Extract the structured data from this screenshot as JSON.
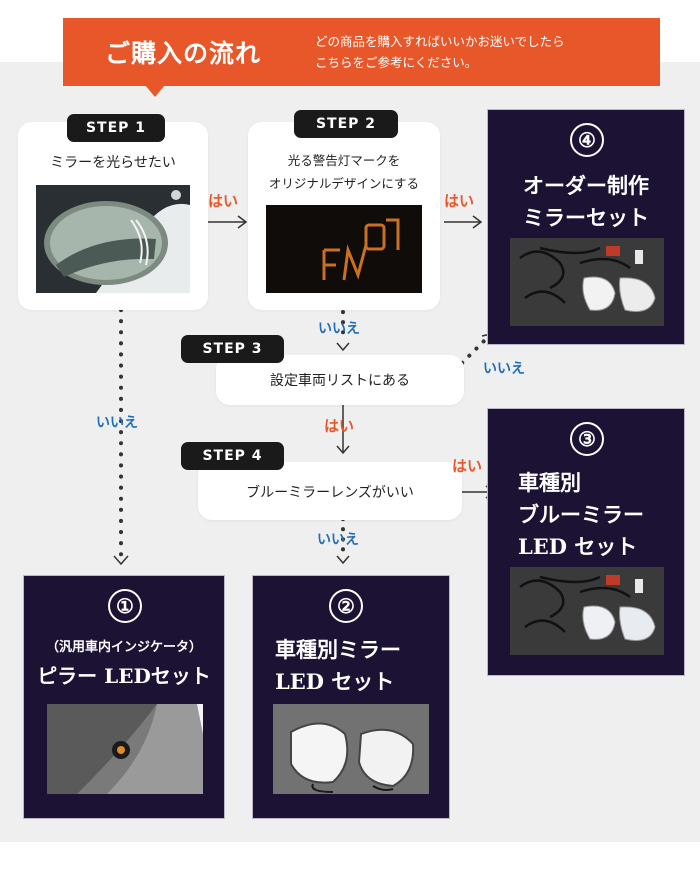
{
  "banner": {
    "title": "ご購入の流れ",
    "desc_line1": "どの商品を購入すればいいかお迷いでしたら",
    "desc_line2": "こちらをご参考にください。"
  },
  "step1": {
    "badge": "STEP 1",
    "text": "ミラーを光らせたい"
  },
  "step2": {
    "badge": "STEP 2",
    "text_line1": "光る警告灯マークを",
    "text_line2": "オリジナルデザインにする"
  },
  "step3": {
    "badge": "STEP 3",
    "text": "設定車両リストにある"
  },
  "step4": {
    "badge": "STEP 4",
    "text": "ブルーミラーレンズがいい"
  },
  "labels": {
    "yes": "はい",
    "no": "いいえ"
  },
  "results": {
    "r4": {
      "num": "④",
      "line1": "オーダー制作",
      "line2": "ミラーセット"
    },
    "r3": {
      "num": "③",
      "line1": "車種別",
      "line2": "ブルーミラー",
      "line3": "LED セット"
    },
    "r1": {
      "num": "①",
      "sub": "（汎用車内インジケータ）",
      "line1": "ピラー LEDセット"
    },
    "r2": {
      "num": "②",
      "line1": "車種別ミラー",
      "line2": "LED セット"
    }
  },
  "colors": {
    "accent": "#e8572a",
    "dark": "#1c1233",
    "no_blue": "#1f6fb7"
  }
}
